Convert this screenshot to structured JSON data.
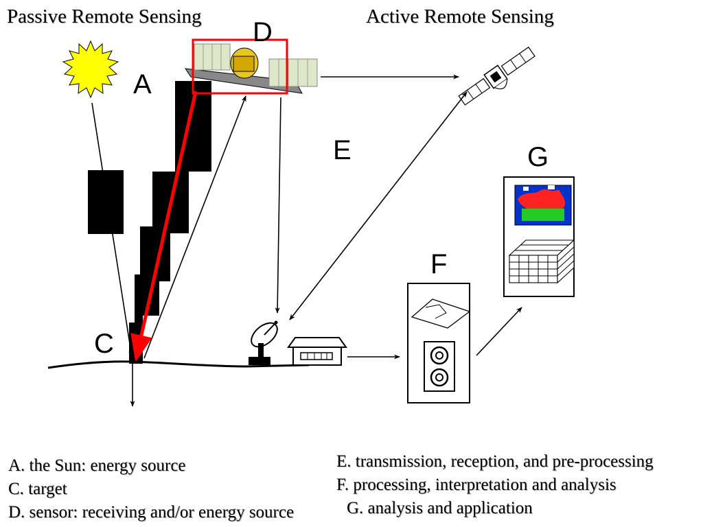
{
  "titles": {
    "passive": "Passive Remote Sensing",
    "active": "Active Remote Sensing"
  },
  "labels": {
    "a": "A",
    "c": "C",
    "d": "D",
    "e": "E",
    "f": "F",
    "g": "G"
  },
  "legend": {
    "left": [
      "A. the Sun: energy source",
      "C. target",
      "D. sensor: receiving and/or energy source"
    ],
    "right": [
      "E. transmission, reception, and pre-processing",
      "F. processing, interpretation and analysis",
      "G. analysis and application"
    ]
  },
  "colors": {
    "highlight": "#ff0000",
    "sun": "#ffff00",
    "panel": "#dde8c8",
    "map_background": "#0033cc",
    "map_land": "#ff2222",
    "map_vegetation": "#22cc22"
  },
  "icons": {
    "sun": "sun-icon",
    "passive_satellite": "satellite-icon",
    "active_satellite": "satellite-icon",
    "antenna": "satellite-dish-icon",
    "ground_station": "ground-station-icon",
    "processing": "computer-icon",
    "application": "map-icon"
  }
}
